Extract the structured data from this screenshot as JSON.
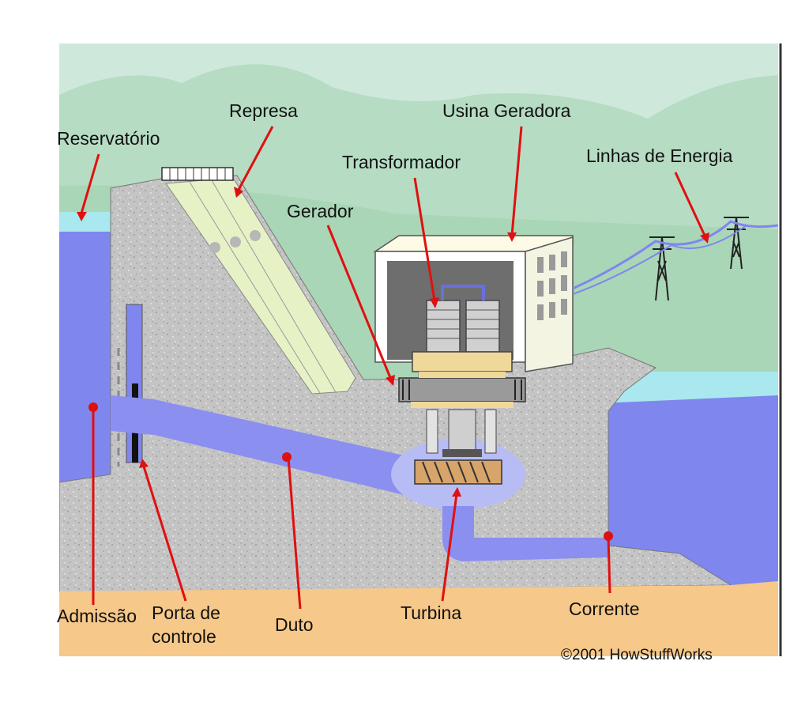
{
  "labels": {
    "reservatorio": "Reservatório",
    "represa": "Represa",
    "usina_geradora": "Usina Geradora",
    "transformador": "Transformador",
    "linhas_de_energia": "Linhas de Energia",
    "gerador": "Gerador",
    "admissao": "Admissão",
    "porta_de_controle_line1": "Porta de",
    "porta_de_controle_line2": "controle",
    "duto": "Duto",
    "turbina": "Turbina",
    "corrente": "Corrente"
  },
  "copyright": "©2001 HowStuffWorks",
  "colors": {
    "sky": "#c9e6d8",
    "mountain": "#a8d5b8",
    "water": "#7f86ee",
    "water_surface": "#a9e8ee",
    "concrete": "#c4c4c4",
    "ground": "#f6c889",
    "arrow": "#e01010"
  }
}
